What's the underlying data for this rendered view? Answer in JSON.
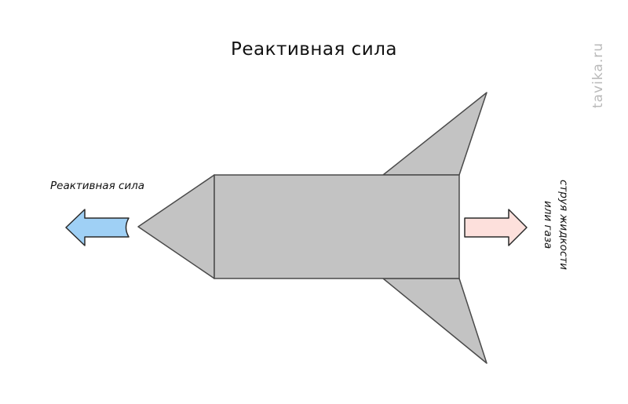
{
  "diagram": {
    "title": "Реактивная сила",
    "label_force": "Реактивная сила",
    "label_jet_line1": "струя жидкости",
    "label_jet_line2": "или газа",
    "watermark": "tavika.ru"
  },
  "colors": {
    "rocket_fill": "#c3c3c3",
    "rocket_stroke": "#4a4a4a",
    "force_arrow": "#9fd0f5",
    "jet_arrow": "#fde0dc",
    "arrow_stroke": "#2a2a2a"
  }
}
